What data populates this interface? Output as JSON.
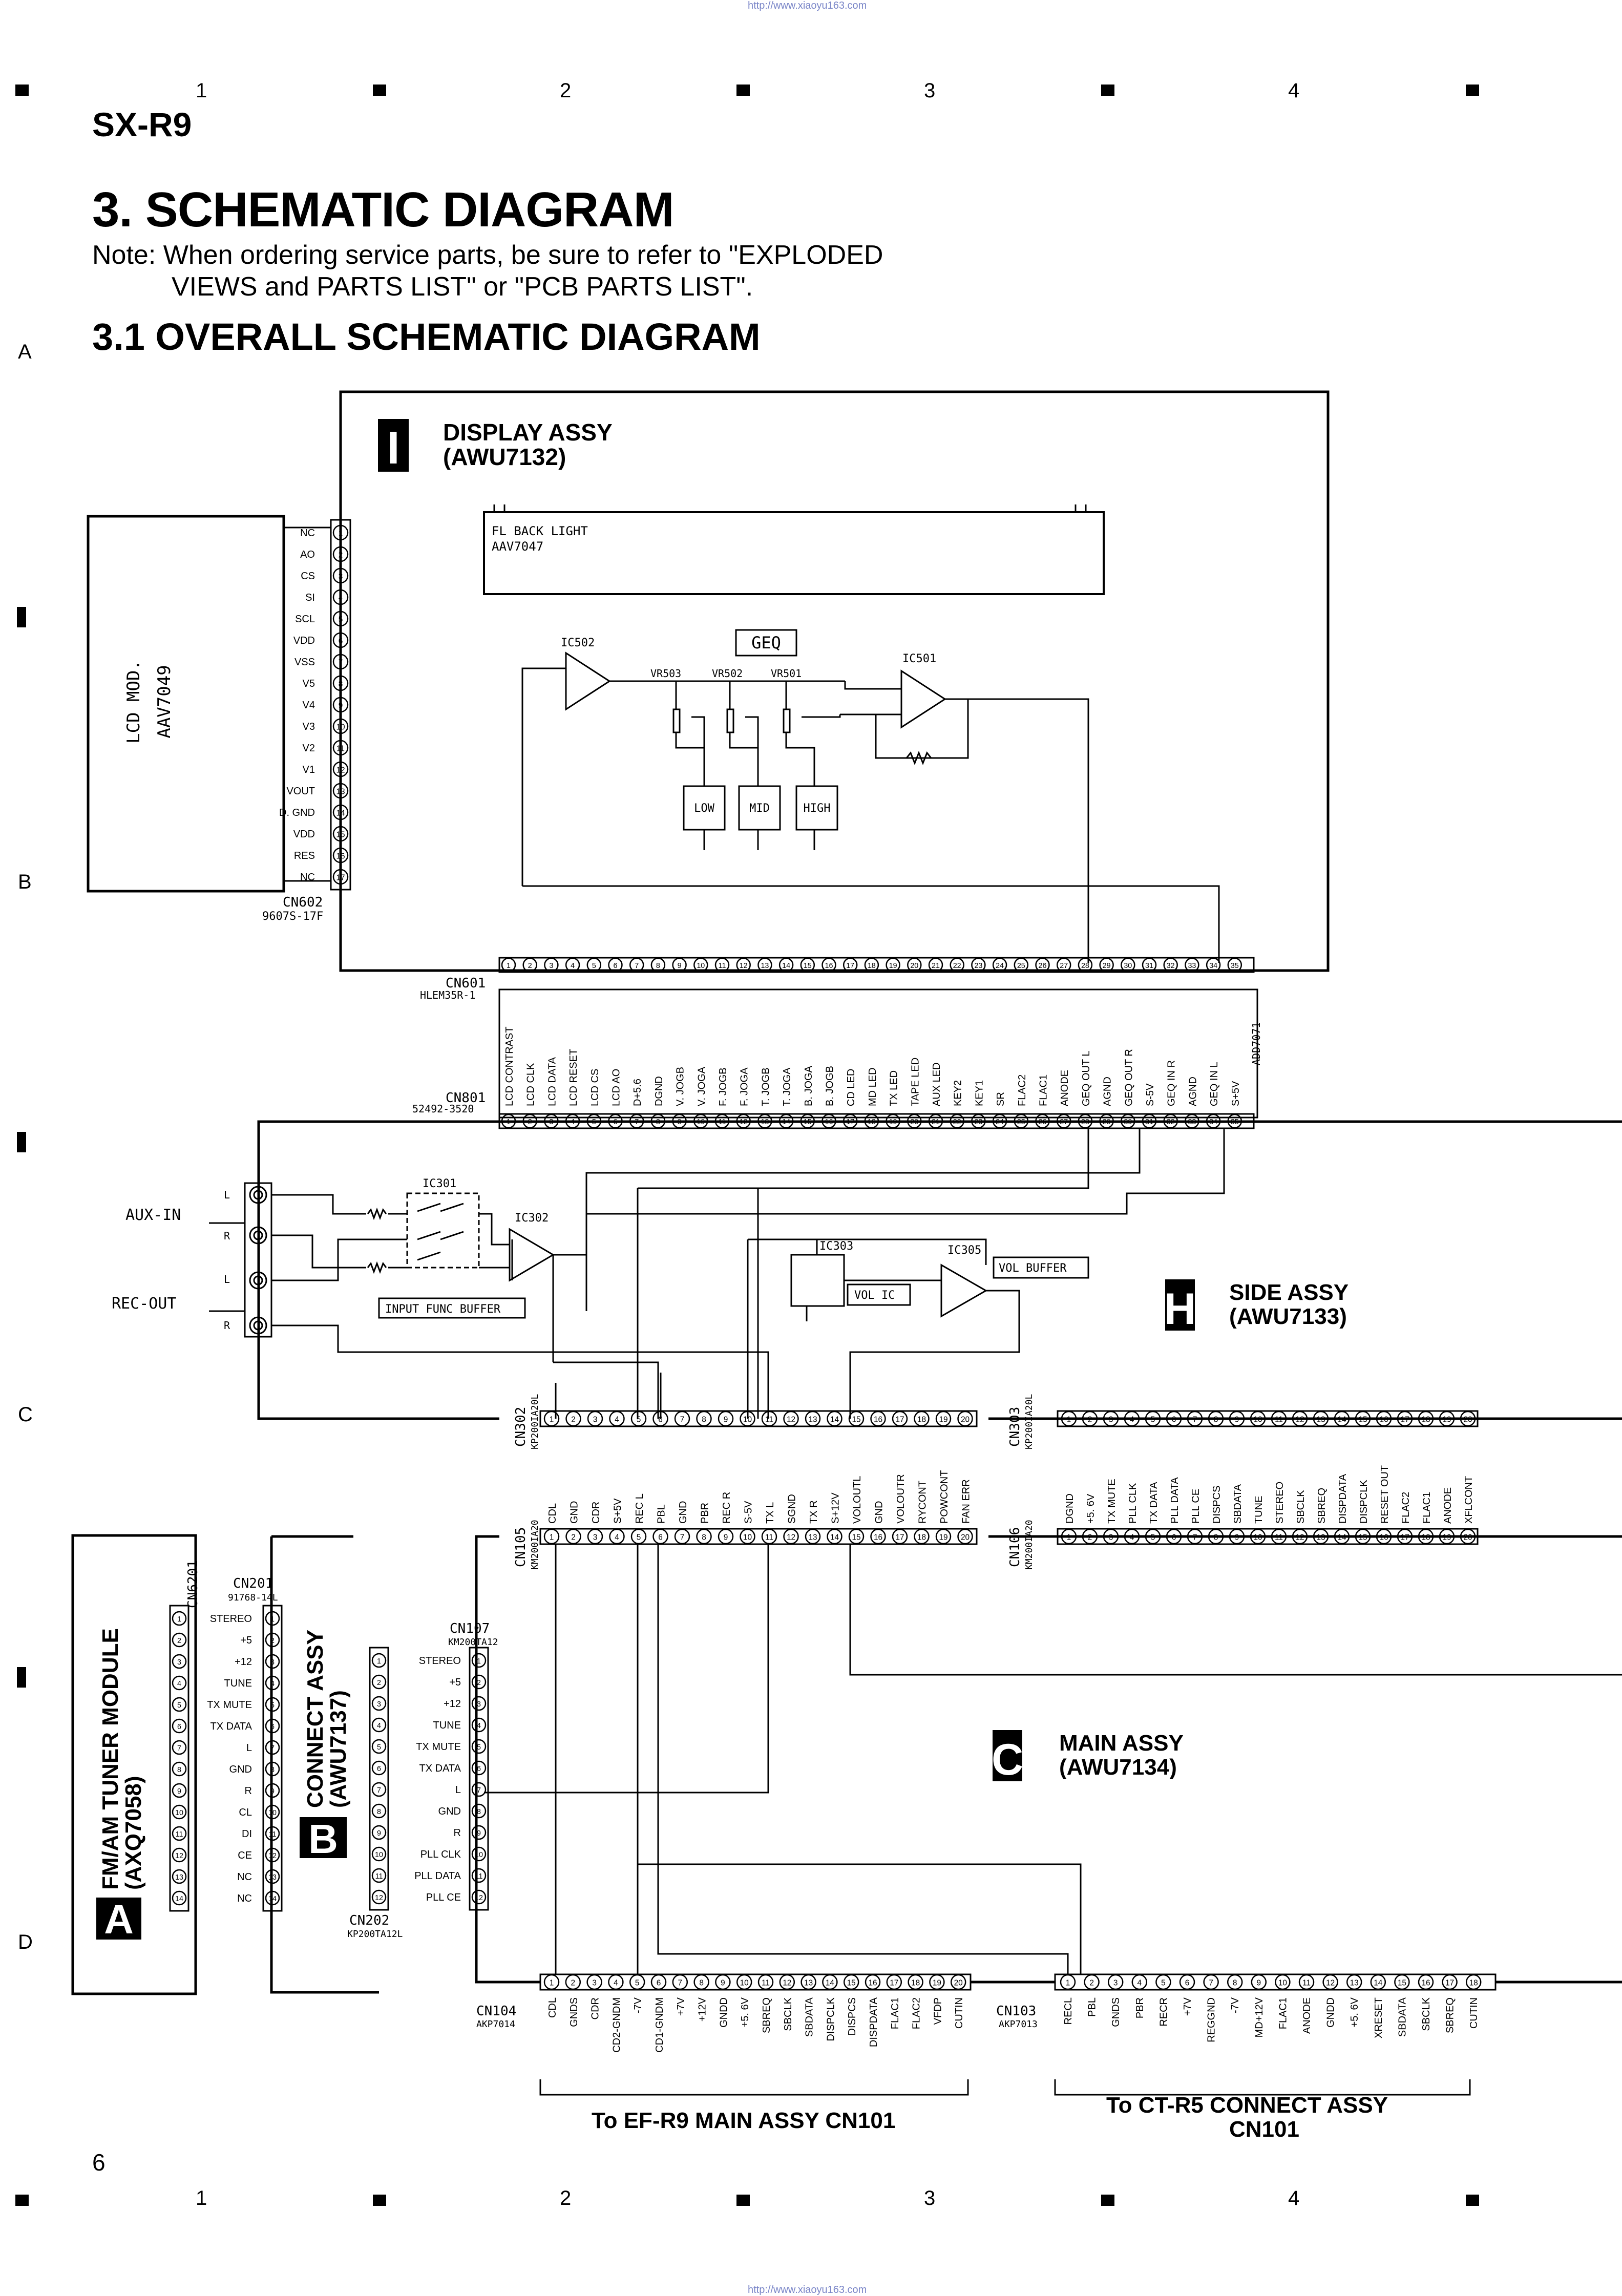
{
  "header": {
    "model": "SX-R9",
    "title": "3. SCHEMATIC DIAGRAM",
    "note_line1": "Note:  When ordering service parts, be sure to refer to \"EXPLODED",
    "note_line2": "VIEWS and PARTS LIST\" or \"PCB PARTS LIST\".",
    "subtitle": "3.1 OVERALL SCHEMATIC DIAGRAM",
    "url": "http://www.xiaoyu163.com",
    "page_number": "6"
  },
  "grid": {
    "columns": [
      "1",
      "2",
      "3",
      "4"
    ],
    "rows": [
      "A",
      "B",
      "C",
      "D"
    ]
  },
  "assemblies": {
    "display": {
      "letter": "I",
      "name": "DISPLAY ASSY",
      "code": "(AWU7132)"
    },
    "side": {
      "letter": "H",
      "name": "SIDE ASSY",
      "code": "(AWU7133)"
    },
    "main": {
      "letter": "C",
      "name": "MAIN ASSY",
      "code": "(AWU7134)"
    },
    "tuner": {
      "letter": "A",
      "name": "FM/AM TUNER MODULE",
      "code": "(AXQ7058)"
    },
    "connect": {
      "letter": "B",
      "name": "CONNECT ASSY",
      "code": "(AWU7137)"
    }
  },
  "lcd": {
    "name": "LCD MOD.",
    "code": "AAV7049",
    "connector": "CN602",
    "connector_part": "9607S-17F",
    "pins": [
      "NC",
      "AO",
      "CS",
      "SI",
      "SCL",
      "VDD",
      "VSS",
      "V5",
      "V4",
      "V3",
      "V2",
      "V1",
      "VOUT",
      "D. GND",
      "VDD",
      "RES",
      "NC"
    ]
  },
  "fl_backlight": {
    "line1": "FL BACK LIGHT",
    "line2": "AAV7047"
  },
  "geq": {
    "label": "GEQ",
    "ics": [
      "IC502",
      "IC501"
    ],
    "vrs": [
      "VR503",
      "VR502",
      "VR501"
    ],
    "bands": [
      "LOW",
      "MID",
      "HIGH"
    ]
  },
  "cn601": {
    "name": "CN601",
    "part": "HLEM35R-1"
  },
  "cn801": {
    "name": "CN801",
    "part": "52492-3520",
    "code": "ADD7071",
    "signals": [
      "LCD CONTRAST",
      "LCD CLK",
      "LCD DATA",
      "LCD RESET",
      "LCD CS",
      "LCD AO",
      "D+5.6",
      "DGND",
      "V. JOGB",
      "V. JOGA",
      "F. JOGB",
      "F. JOGA",
      "T. JOGB",
      "T. JOGA",
      "B. JOGA",
      "B. JOGB",
      "CD LED",
      "MD LED",
      "TX LED",
      "TAPE LED",
      "AUX LED",
      "KEY2",
      "KEY1",
      "SR",
      "FLAC2",
      "FLAC1",
      "ANODE",
      "GEQ OUT L",
      "AGND",
      "GEQ OUT R",
      "S-5V",
      "GEQ IN R",
      "AGND",
      "GEQ IN L",
      "S+5V"
    ]
  },
  "side_assy": {
    "aux_in": "AUX-IN",
    "rec_out": "REC-OUT",
    "l": "L",
    "r": "R",
    "ic301": "IC301",
    "ic302": "IC302",
    "ic303": "IC303",
    "ic305": "IC305",
    "input_func_buffer": "INPUT FUNC BUFFER",
    "vol_ic": "VOL IC",
    "vol_buffer": "VOL BUFFER"
  },
  "cn302": {
    "name": "CN302",
    "part": "KP200IA20L"
  },
  "cn303": {
    "name": "CN303",
    "part": "KP200IA20L"
  },
  "cn105": {
    "name": "CN105",
    "part": "KM200IA20",
    "signals": [
      "CDL",
      "GND",
      "CDR",
      "S+5V",
      "REC L",
      "PBL",
      "GND",
      "PBR",
      "REC R",
      "S-5V",
      "TX L",
      "SGND",
      "TX R",
      "S+12V",
      "VOLOUTL",
      "GND",
      "VOLOUTR",
      "RYCONT",
      "POWCONT",
      "FAN ERR"
    ]
  },
  "cn106": {
    "name": "CN106",
    "part": "KM200IA20",
    "signals": [
      "DGND",
      "+5. 6V",
      "TX MUTE",
      "PLL CLK",
      "TX DATA",
      "PLL DATA",
      "PLL CE",
      "DISPCS",
      "SBDATA",
      "TUNE",
      "STEREO",
      "SBCLK",
      "SBREQ",
      "DISPDATA",
      "DISPCLK",
      "RESET OUT",
      "FLAC2",
      "FLAC1",
      "ANODE",
      "XFLCONT"
    ]
  },
  "tuner_conn": {
    "name": "CN6201",
    "pins": [
      "STEREO",
      "+5",
      "+12",
      "TUNE",
      "TX MUTE",
      "TX DATA",
      "L",
      "GND",
      "R",
      "CL",
      "DI",
      "CE",
      "NC",
      "NC"
    ]
  },
  "cn201": {
    "name": "CN201",
    "part": "91768-14L"
  },
  "cn202": {
    "name": "CN202",
    "part": "KP200TA12L"
  },
  "cn107": {
    "name": "CN107",
    "part": "KM200TA12",
    "pins": [
      "STEREO",
      "+5",
      "+12",
      "TUNE",
      "TX MUTE",
      "TX DATA",
      "L",
      "GND",
      "R",
      "PLL CLK",
      "PLL DATA",
      "PLL CE"
    ]
  },
  "cn104": {
    "name": "CN104",
    "part": "AKP7014",
    "signals": [
      "CDL",
      "GNDS",
      "CDR",
      "CD2-GNDM",
      "-7V",
      "CD1-GNDM",
      "+7V",
      "+12V",
      "GNDD",
      "+5. 6V",
      "SBREQ",
      "SBCLK",
      "SBDATA",
      "DISPCLK",
      "DISPCS",
      "DISPDATA",
      "FLAC1",
      "FLAC2",
      "VFDP",
      "CUTIN"
    ],
    "destination": "To EF-R9  MAIN ASSY  CN101"
  },
  "cn103": {
    "name": "CN103",
    "part": "AKP7013",
    "signals": [
      "RECL",
      "PBL",
      "GNDS",
      "PBR",
      "RECR",
      "+7V",
      "REGGND",
      "-7V",
      "MD+12V",
      "FLAC1",
      "ANODE",
      "GNDD",
      "+5. 6V",
      "XRESET",
      "SBDATA",
      "SBCLK",
      "SBREQ",
      "CUTIN"
    ],
    "destination_line1": "To CT-R5  CONNECT ASSY",
    "destination_line2": "CN101"
  }
}
